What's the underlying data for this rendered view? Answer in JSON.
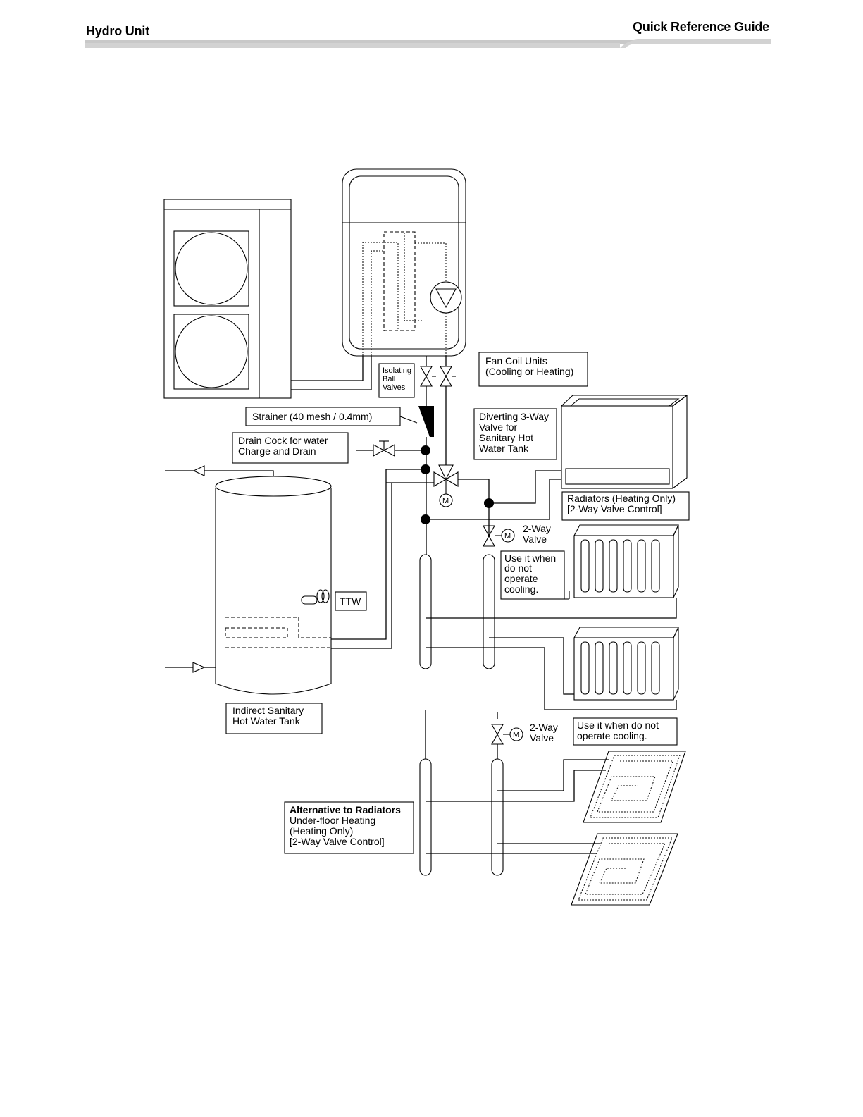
{
  "header": {
    "left_title": "Hydro Unit",
    "right_title": "Quick Reference Guide"
  },
  "diagram": {
    "labels": {
      "isolating_valves": [
        "Isolating",
        "Ball",
        "Valves"
      ],
      "fan_coil": [
        "Fan Coil Units",
        "(Cooling or Heating)"
      ],
      "strainer": "Strainer (40 mesh / 0.4mm)",
      "drain_cock": [
        "Drain Cock for water",
        "Charge and Drain"
      ],
      "diverting_valve": [
        "Diverting 3-Way",
        "Valve for",
        "Sanitary Hot",
        "Water Tank"
      ],
      "radiators": [
        "Radiators (Heating Only)",
        "[2-Way Valve Control]"
      ],
      "two_way_valve_1": [
        "2-Way",
        "Valve"
      ],
      "use_note_1": [
        "Use it when",
        "do not",
        "operate",
        "cooling."
      ],
      "ttw": "TTW",
      "tank": [
        "Indirect Sanitary",
        "Hot Water Tank"
      ],
      "two_way_valve_2": [
        "2-Way",
        "Valve"
      ],
      "use_note_2": [
        "Use it when do not",
        "operate cooling."
      ],
      "alternative_title": "Alternative to Radiators",
      "alternative_body": [
        "Under-floor Heating",
        "(Heating Only)",
        "[2-Way Valve Control]"
      ],
      "motor": "M"
    }
  }
}
